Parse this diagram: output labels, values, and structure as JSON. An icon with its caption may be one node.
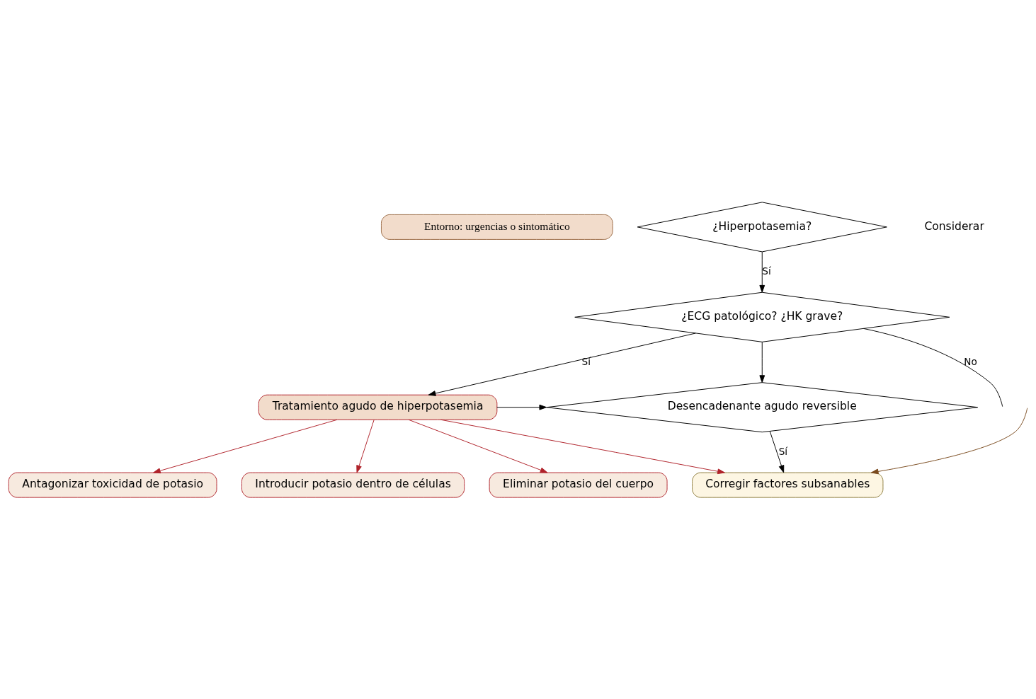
{
  "diagram": {
    "nodes": [
      {
        "text": [
          "Entorno: urgencias o sintomático"
        ]
      },
      {
        "text": [
          "¿Hiperpotasemia?"
        ]
      },
      {
        "text": [
          "¿ECG patológico? ¿HK grave?"
        ]
      },
      {
        "text": [
          "Tratamiento agudo de hiperpotasemia"
        ]
      },
      {
        "text": [
          "Desencadenante agudo reversible"
        ]
      },
      {
        "text": [
          "Antagonizar toxicidad de potasio"
        ]
      },
      {
        "text": [
          "Introducir potasio dentro de células"
        ]
      },
      {
        "text": [
          "Eliminar potasio del cuerpo"
        ]
      },
      {
        "text": [
          "Corregir factores subsanables"
        ]
      }
    ],
    "edges": [
      {
        "from": 1,
        "to": 2,
        "arrow": "to",
        "label": "Sí"
      },
      {
        "from": 2,
        "to": null,
        "arrow": "none",
        "label": "No"
      },
      {
        "from": 2,
        "to": 4,
        "arrow": "to"
      },
      {
        "from": 2,
        "to": 3,
        "arrow": "to",
        "label": "Sí"
      },
      {
        "from": 3,
        "to": 4,
        "arrow": "to"
      },
      {
        "from": 3,
        "to": 5,
        "arrow": "to",
        "color": "#b0222a"
      },
      {
        "from": 3,
        "to": 6,
        "arrow": "to",
        "color": "#b0222a"
      },
      {
        "from": 3,
        "to": 7,
        "arrow": "to",
        "color": "#b0222a"
      },
      {
        "from": 3,
        "to": 8,
        "arrow": "to",
        "color": "#b0222a"
      },
      {
        "from": 4,
        "to": 8,
        "arrow": "to",
        "label": "Sí"
      },
      {
        "from": null,
        "to": 8,
        "arrow": "to",
        "color": "#7a4a1e"
      }
    ],
    "labels": [
      "Considerar"
    ]
  }
}
